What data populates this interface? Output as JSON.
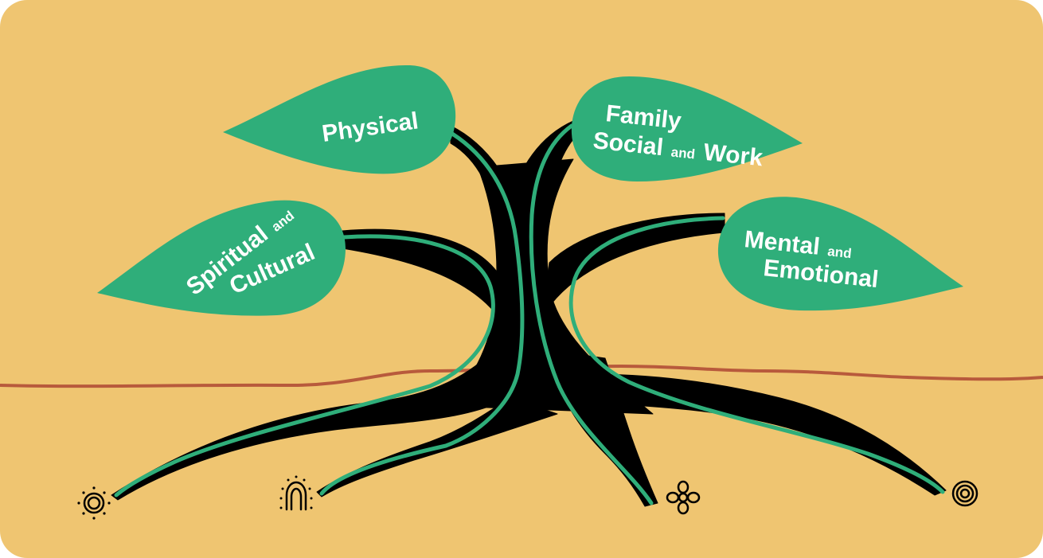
{
  "diagram": {
    "leaves": {
      "physical": {
        "line1": "Physical"
      },
      "family": {
        "line1": "Family",
        "line2_a": "Social",
        "line2_b": "and",
        "line2_c": "Work"
      },
      "spiritual": {
        "line1_a": "Spiritual",
        "line1_b": "and",
        "line2": "Cultural"
      },
      "mental": {
        "line1_a": "Mental",
        "line1_b": "and",
        "line2": "Emotional"
      }
    },
    "symbols": [
      "sun-symbol-icon",
      "arch-symbol-icon",
      "flower-symbol-icon",
      "concentric-circles-icon"
    ]
  },
  "colors": {
    "background": "#efc571",
    "leaf": "#2fae7a",
    "trunk": "#000000",
    "ground_line": "#b85a3c"
  }
}
